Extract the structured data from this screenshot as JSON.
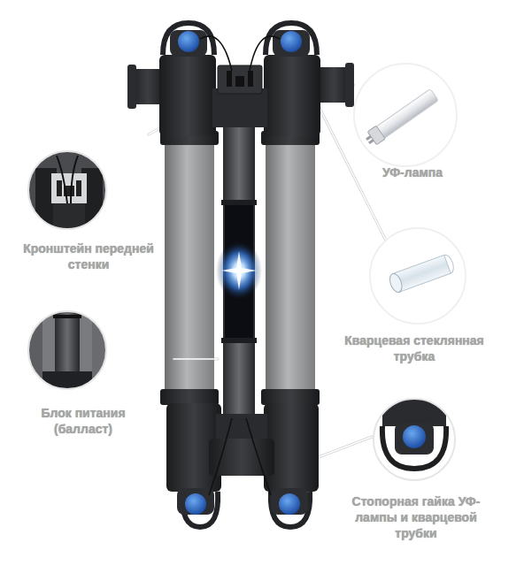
{
  "diagram": {
    "labels": [
      "УФ-лампа",
      "Кронштейн передней стенки",
      "Кварцевая стеклянная трубка",
      "Блок питания (балласт)",
      "Стопорная гайка УФ-лампы и кварцевой трубки"
    ]
  }
}
